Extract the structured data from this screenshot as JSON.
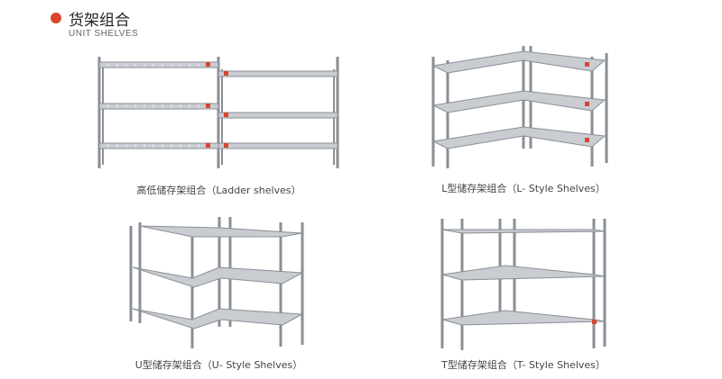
{
  "header": {
    "title": "货架组合",
    "subtitle": "UNIT SHELVES",
    "accent_color": "#d9462b"
  },
  "products": [
    {
      "caption": "高低储存架组合（Ladder shelves）",
      "icon": "ladder-shelves-illustration"
    },
    {
      "caption": "L型储存架组合（L- Style Shelves）",
      "icon": "l-style-shelves-illustration"
    },
    {
      "caption": "U型储存架组合（U- Style Shelves）",
      "icon": "u-style-shelves-illustration"
    },
    {
      "caption": "T型储存架组合（T- Style Shelves）",
      "icon": "t-style-shelves-illustration"
    }
  ]
}
